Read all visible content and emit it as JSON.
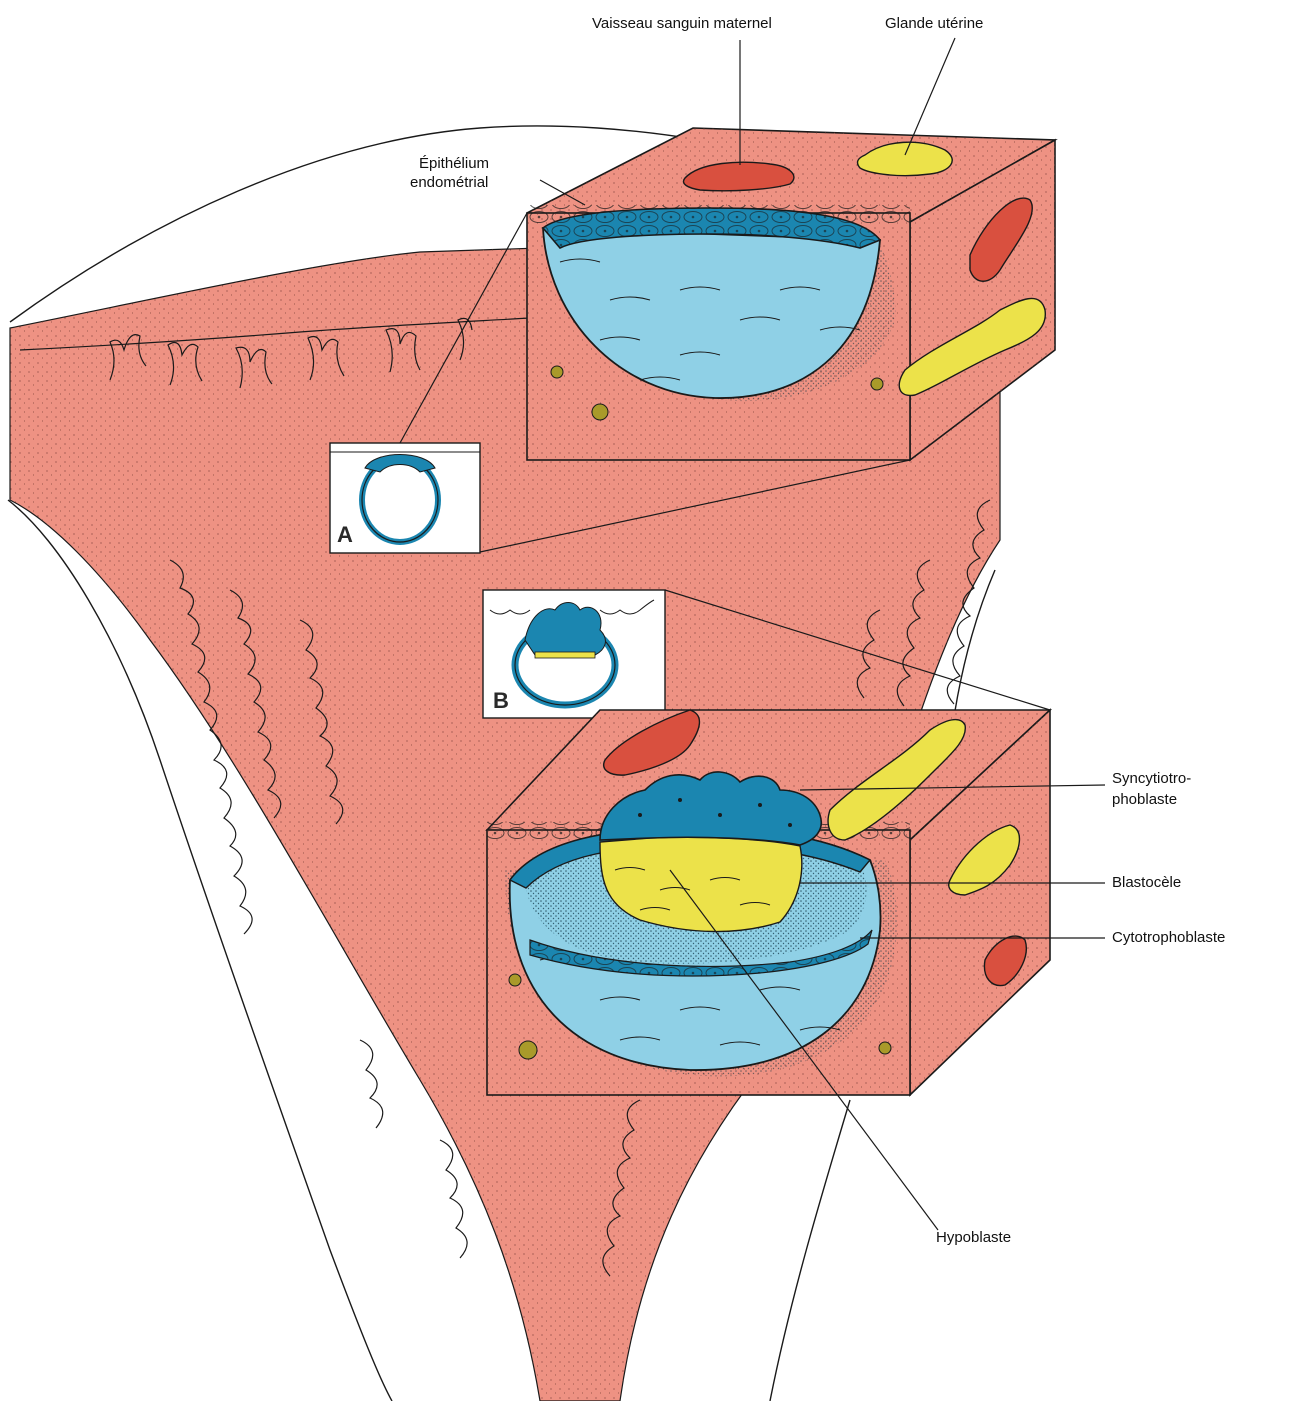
{
  "labels": {
    "vessel": "Vaisseau sanguin maternel",
    "gland": "Glande utérine",
    "epithelium_line1": "Épithélium",
    "epithelium_line2": "endométrial",
    "syncytio_line1": "Syncytiotro-",
    "syncytio_line2": "phoblaste",
    "blastocele": "Blastocèle",
    "cytotrophoblast": "Cytotrophoblaste",
    "hypoblast": "Hypoblaste"
  },
  "panels": {
    "a": "A",
    "b": "B"
  },
  "colors": {
    "endometrium": "#ee9283",
    "vessel": "#d9503f",
    "gland": "#ece24a",
    "trophoblast_dark": "#1b86b0",
    "trophoblast_light": "#8fd0e6",
    "hypoblast": "#ece24a",
    "outline": "#1a1a1a",
    "background": "#ffffff"
  }
}
